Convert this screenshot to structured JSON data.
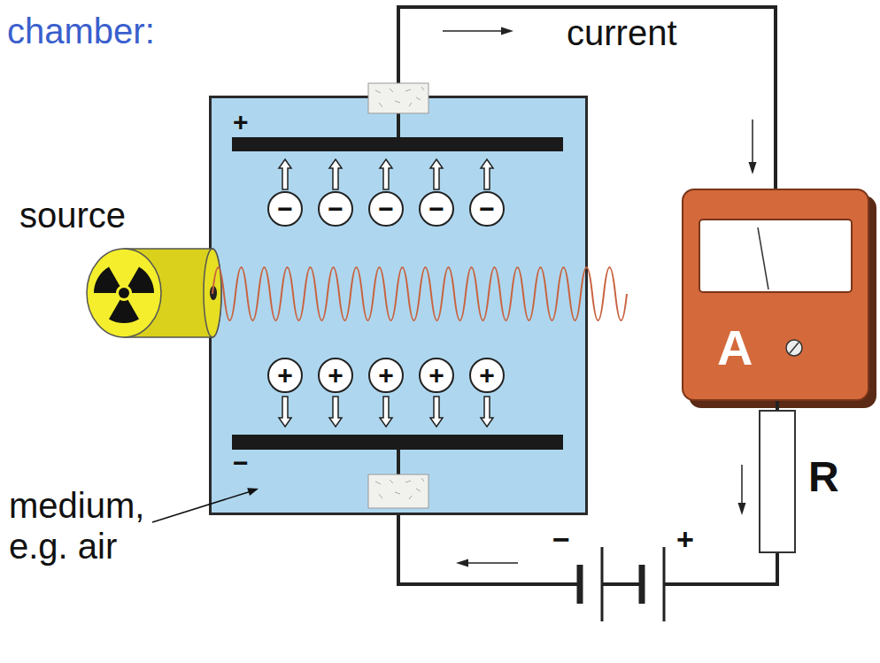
{
  "diagram": {
    "title": "chamber:",
    "nodes": [
      {
        "text": [
          "+",
          "−"
        ]
      },
      {
        "text": [
          "−"
        ],
        "in": 0
      },
      {
        "text": [
          "−"
        ],
        "in": 0
      },
      {
        "text": [
          "−"
        ],
        "in": 0
      },
      {
        "text": [
          "−"
        ],
        "in": 0
      },
      {
        "text": [
          "−"
        ],
        "in": 0
      },
      {
        "text": [
          "+"
        ],
        "in": 0
      },
      {
        "text": [
          "+"
        ],
        "in": 0
      },
      {
        "text": [
          "+"
        ],
        "in": 0
      },
      {
        "text": [
          "+"
        ],
        "in": 0
      },
      {
        "text": [
          "+"
        ],
        "in": 0
      },
      {
        "text": [
          "A"
        ]
      },
      {
        "text": [
          "R"
        ]
      }
    ],
    "edges": [
      {
        "from": 0,
        "to": 11,
        "arrow": "none"
      },
      {
        "from": 11,
        "to": 12,
        "arrow": "none"
      }
    ],
    "labels": [
      "current",
      "source",
      "medium, e.g. air",
      "−",
      "+"
    ]
  }
}
